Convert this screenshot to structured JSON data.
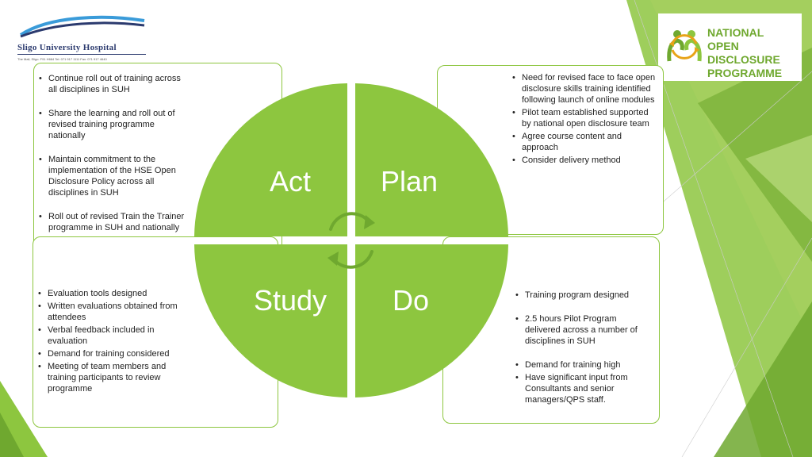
{
  "header": {
    "left_logo": {
      "name": "Sligo University Hospital",
      "address_line": "The Mall, Sligo. F91 H684  Tel: 071 917 1111  Fax: 071 917 4640"
    },
    "right_logo": {
      "line1": "NATIONAL",
      "line2": "OPEN DISCLOSURE",
      "line3": "PROGRAMME"
    }
  },
  "quadrants": {
    "act": "Act",
    "plan": "Plan",
    "study": "Study",
    "do": "Do"
  },
  "panels": {
    "act": [
      "Continue roll out of training across all disciplines in SUH",
      "Share the learning and roll out of revised training programme nationally",
      "Maintain commitment to the implementation of the HSE Open Disclosure Policy across all disciplines in SUH",
      "Roll out of revised Train the Trainer programme in SUH and nationally"
    ],
    "plan": [
      "Need for revised face to face open disclosure skills training identified following launch of online modules",
      "Pilot team established supported by national open disclosure team",
      "Agree course content and approach",
      "Consider delivery method"
    ],
    "study": [
      "Evaluation tools designed",
      "Written evaluations obtained from attendees",
      "Verbal feedback included in evaluation",
      "Demand for training considered",
      "Meeting of team members and training participants to review programme"
    ],
    "do": [
      "Training program designed",
      "2.5 hours Pilot Program delivered across a number of disciplines in SUH",
      "Demand for training  high",
      "Have significant input from Consultants and senior managers/QPS staff."
    ]
  },
  "colors": {
    "green": "#8dc63f",
    "green_dark": "#6fa82f",
    "navy": "#2b3a6e",
    "logo_orange": "#e8a317"
  }
}
